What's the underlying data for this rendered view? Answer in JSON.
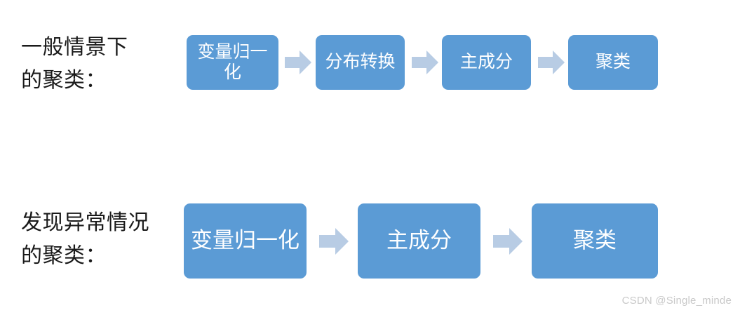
{
  "rows": [
    {
      "label": "一般情景下\n的聚类：",
      "steps": [
        {
          "text": "变量归一化"
        },
        {
          "text": "分布转换"
        },
        {
          "text": "主成分"
        },
        {
          "text": "聚类"
        }
      ],
      "connector": "block-right-arrow"
    },
    {
      "label": "发现异常情况\n的聚类：",
      "steps": [
        {
          "text": "变量归一化"
        },
        {
          "text": "主成分"
        },
        {
          "text": "聚类"
        }
      ],
      "connector": "block-right-arrow"
    }
  ],
  "colors": {
    "box_fill": "#5b9bd5",
    "box_text": "#ffffff",
    "arrow_fill": "#b8cce4",
    "label_text": "#1a1a1a",
    "background": "#ffffff",
    "watermark_text": "#c9c9c9"
  },
  "watermark": "CSDN @Single_minde"
}
